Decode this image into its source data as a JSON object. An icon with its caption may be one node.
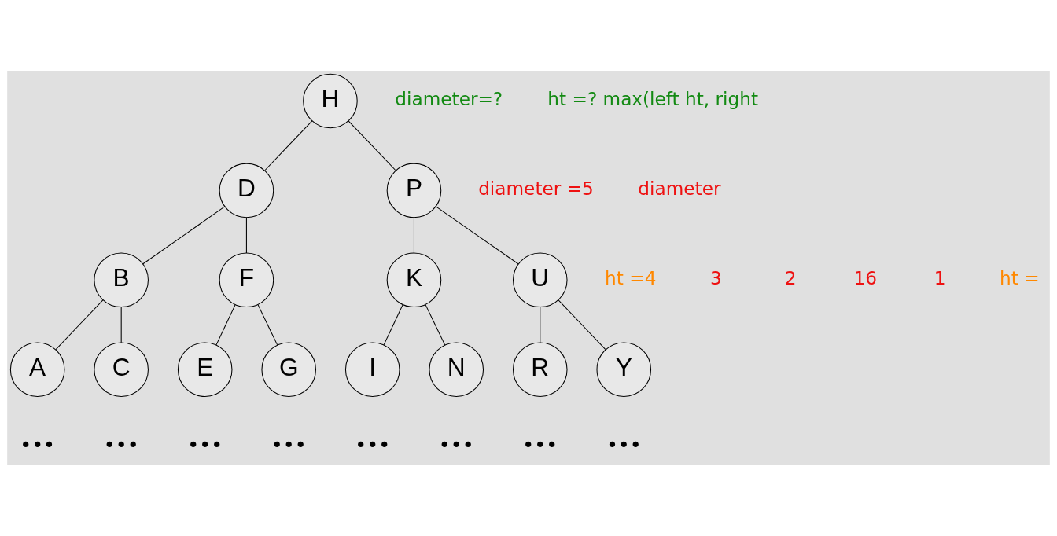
{
  "diagram": {
    "nodes": [
      {
        "text": [
          "H"
        ]
      },
      {
        "text": [
          "D"
        ]
      },
      {
        "text": [
          "P"
        ]
      },
      {
        "text": [
          "B"
        ]
      },
      {
        "text": [
          "F"
        ]
      },
      {
        "text": [
          "K"
        ]
      },
      {
        "text": [
          "U"
        ]
      },
      {
        "text": [
          "A"
        ]
      },
      {
        "text": [
          "C"
        ]
      },
      {
        "text": [
          "E"
        ]
      },
      {
        "text": [
          "G"
        ]
      },
      {
        "text": [
          "I"
        ]
      },
      {
        "text": [
          "N"
        ]
      },
      {
        "text": [
          "R"
        ]
      },
      {
        "text": [
          "Y"
        ]
      }
    ],
    "edges": [
      {
        "from": 0,
        "to": 1,
        "arrow": "none"
      },
      {
        "from": 0,
        "to": 2,
        "arrow": "none"
      },
      {
        "from": 1,
        "to": 3,
        "arrow": "none"
      },
      {
        "from": 1,
        "to": 4,
        "arrow": "none"
      },
      {
        "from": 2,
        "to": 5,
        "arrow": "none"
      },
      {
        "from": 2,
        "to": 6,
        "arrow": "none"
      },
      {
        "from": 3,
        "to": 7,
        "arrow": "none"
      },
      {
        "from": 3,
        "to": 8,
        "arrow": "none"
      },
      {
        "from": 4,
        "to": 9,
        "arrow": "none"
      },
      {
        "from": 4,
        "to": 10,
        "arrow": "none"
      },
      {
        "from": 5,
        "to": 11,
        "arrow": "none"
      },
      {
        "from": 5,
        "to": 12,
        "arrow": "none"
      },
      {
        "from": 6,
        "to": 13,
        "arrow": "none"
      },
      {
        "from": 6,
        "to": 14,
        "arrow": "none"
      }
    ],
    "labels": [
      "diameter=?",
      "ht =? max(left ht, right",
      "diameter =5",
      "diameter",
      "ht =4",
      "3",
      "2",
      "16",
      "1",
      "ht =",
      "•••",
      "•••",
      "•••",
      "•••",
      "•••",
      "•••",
      "•••",
      "•••"
    ]
  }
}
